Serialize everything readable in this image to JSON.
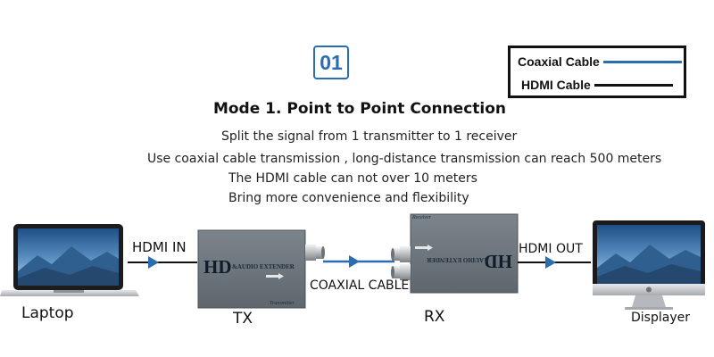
{
  "badge": "01",
  "legend": {
    "coax_label": "Coaxial Cable",
    "hdmi_label": "HDMI Cable",
    "coax_color": "#2a6db0",
    "hdmi_color": "#111111"
  },
  "title": "Mode 1. Point to Point Connection",
  "description": [
    "Split the signal from 1 transmitter to 1 receiver",
    "Use  coaxial cable  transmission , long-distance transmission can reach 500 meters",
    "The HDMI cable can not over 10 meters",
    "Bring more convenience and flexibility"
  ],
  "devices": {
    "laptop": "Laptop",
    "tx": "TX",
    "rx": "RX",
    "display": "Displayer"
  },
  "cables": {
    "hdmi_in": "HDMI  IN",
    "coaxial": "COAXIAL  CABLE",
    "hdmi_out": "HDMI OUT"
  },
  "tx_box": {
    "brand": "HD",
    "subtitle": "&AUDIO EXTENDER",
    "caption": "Transmitter"
  },
  "rx_box": {
    "brand": "HD",
    "subtitle": "&AUDIO EXTENDER",
    "caption": "Receiver"
  }
}
